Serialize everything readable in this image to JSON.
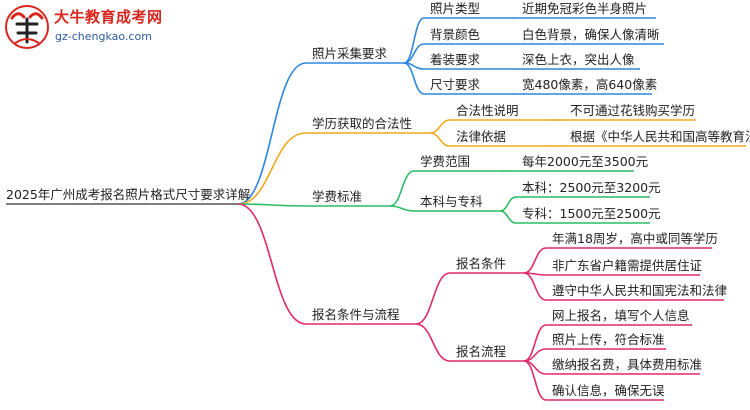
{
  "logo": {
    "title": "大牛教育成考网",
    "url": "gz-chengkao.com"
  },
  "root": {
    "label": "2025年广州成考报名照片格式尺寸要求详解"
  },
  "colors": {
    "blue": "#2f86e0",
    "orange": "#f2a81d",
    "green": "#2bbd64",
    "magenta": "#e02a6a",
    "root": "#555555"
  },
  "branches": [
    {
      "label": "照片采集要求",
      "color": "blue",
      "children": [
        {
          "label": "照片类型",
          "leaf": "近期免冠彩色半身照片"
        },
        {
          "label": "背景颜色",
          "leaf": "白色背景，确保人像清晰"
        },
        {
          "label": "着装要求",
          "leaf": "深色上衣，突出人像"
        },
        {
          "label": "尺寸要求",
          "leaf": "宽480像素，高640像素"
        }
      ]
    },
    {
      "label": "学历获取的合法性",
      "color": "orange",
      "children": [
        {
          "label": "合法性说明",
          "leaf": "不可通过花钱购买学历"
        },
        {
          "label": "法律依据",
          "leaf": "根据《中华人民共和国高等教育法》"
        }
      ]
    },
    {
      "label": "学费标准",
      "color": "green",
      "children": [
        {
          "label": "学费范围",
          "leaf": "每年2000元至3500元"
        },
        {
          "label": "本科与专科",
          "leaves": [
            "本科：2500元至3200元",
            "专科：1500元至2500元"
          ]
        }
      ]
    },
    {
      "label": "报名条件与流程",
      "color": "magenta",
      "children": [
        {
          "label": "报名条件",
          "leaves": [
            "年满18周岁，高中或同等学历",
            "非广东省户籍需提供居住证",
            "遵守中华人民共和国宪法和法律"
          ]
        },
        {
          "label": "报名流程",
          "leaves": [
            "网上报名，填写个人信息",
            "照片上传，符合标准",
            "缴纳报名费，具体费用标准",
            "确认信息，确保无误"
          ]
        }
      ]
    }
  ]
}
